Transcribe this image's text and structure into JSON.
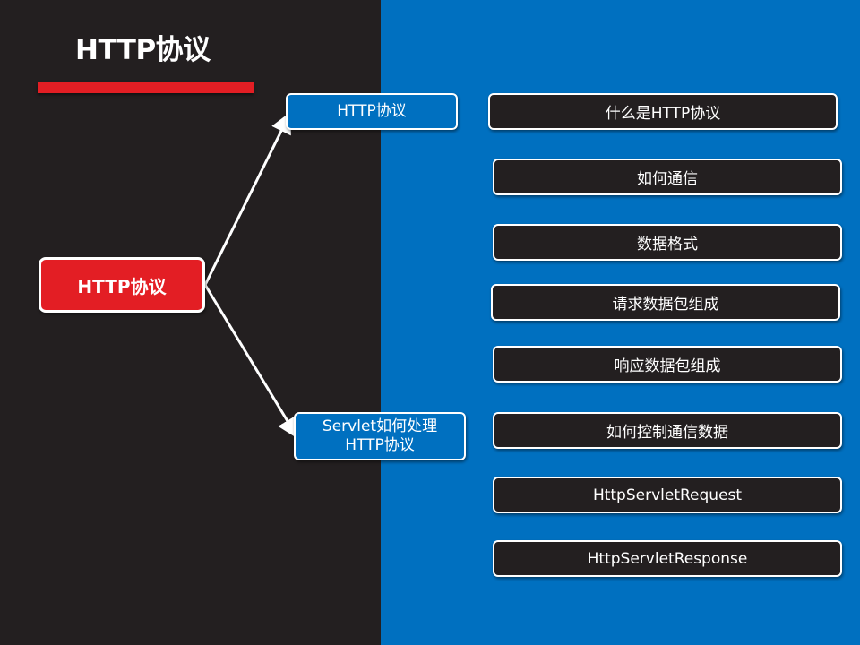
{
  "slide": {
    "title": "HTTP协议"
  },
  "mindmap": {
    "root": "HTTP协议",
    "branches": [
      {
        "label_lines": [
          "HTTP协议"
        ]
      },
      {
        "label_lines": [
          "Servlet如何处理",
          "HTTP协议"
        ]
      }
    ],
    "topics": [
      "什么是HTTP协议",
      "如何通信",
      "数据格式",
      "请求数据包组成",
      "响应数据包组成",
      "如何控制通信数据",
      "HttpServletRequest",
      "HttpServletResponse"
    ]
  },
  "colors": {
    "left_background": "#231f20",
    "right_background": "#0070c0",
    "accent_red": "#e31e24",
    "node_border": "#ffffff"
  }
}
